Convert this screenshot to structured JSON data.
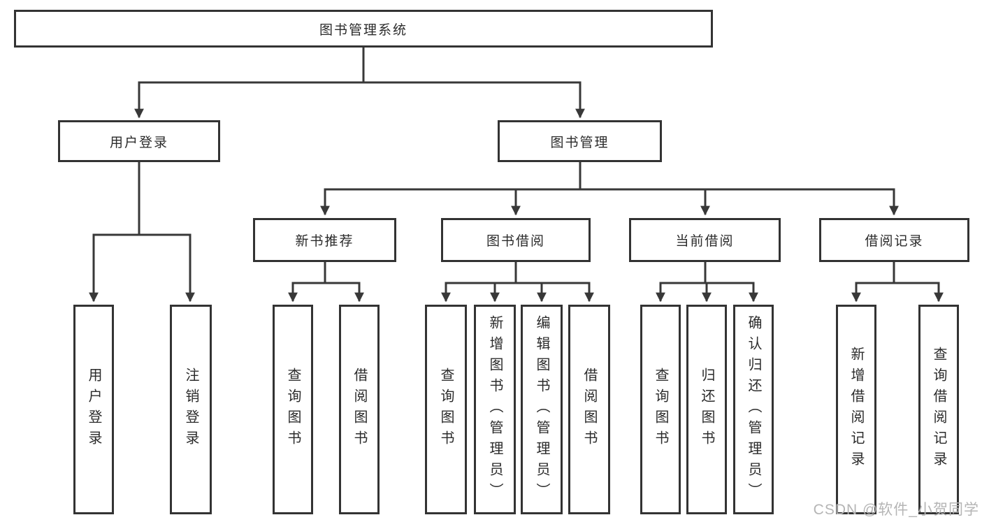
{
  "diagram": {
    "title": "图书管理系统",
    "nodes": {
      "root": "图书管理系统",
      "user_login": "用户登录",
      "book_management": "图书管理",
      "new_book_recommend": "新书推荐",
      "book_borrowing": "图书借阅",
      "current_borrowing": "当前借阅",
      "borrowing_records": "借阅记录",
      "leaf_user_login": "用户登录",
      "leaf_logout": "注销登录",
      "leaf_query_books_recommend": "查询图书",
      "leaf_borrow_books_recommend": "借阅图书",
      "leaf_query_books_borrowing": "查询图书",
      "leaf_add_book_admin": "新增图书（管理员）",
      "leaf_edit_book_admin": "编辑图书（管理员）",
      "leaf_borrow_books_borrowing": "借阅图书",
      "leaf_query_books_current": "查询图书",
      "leaf_return_books": "归还图书",
      "leaf_confirm_return_admin": "确认归还（管理员）",
      "leaf_add_borrow_record": "新增借阅记录",
      "leaf_query_borrow_record": "查询借阅记录"
    },
    "hierarchy": {
      "label": "图书管理系统",
      "children": [
        {
          "label": "用户登录",
          "children": [
            {
              "label": "用户登录"
            },
            {
              "label": "注销登录"
            }
          ]
        },
        {
          "label": "图书管理",
          "children": [
            {
              "label": "新书推荐",
              "children": [
                {
                  "label": "查询图书"
                },
                {
                  "label": "借阅图书"
                }
              ]
            },
            {
              "label": "图书借阅",
              "children": [
                {
                  "label": "查询图书"
                },
                {
                  "label": "新增图书（管理员）"
                },
                {
                  "label": "编辑图书（管理员）"
                },
                {
                  "label": "借阅图书"
                }
              ]
            },
            {
              "label": "当前借阅",
              "children": [
                {
                  "label": "查询图书"
                },
                {
                  "label": "归还图书"
                },
                {
                  "label": "确认归还（管理员）"
                }
              ]
            },
            {
              "label": "借阅记录",
              "children": [
                {
                  "label": "新增借阅记录"
                },
                {
                  "label": "查询借阅记录"
                }
              ]
            }
          ]
        }
      ]
    },
    "watermark": "CSDN @软件_小贺同学",
    "colors": {
      "line": "#383838",
      "border": "#333333",
      "text": "#2b2b2b",
      "watermark": "#b5b5b5",
      "background": "#ffffff"
    }
  }
}
